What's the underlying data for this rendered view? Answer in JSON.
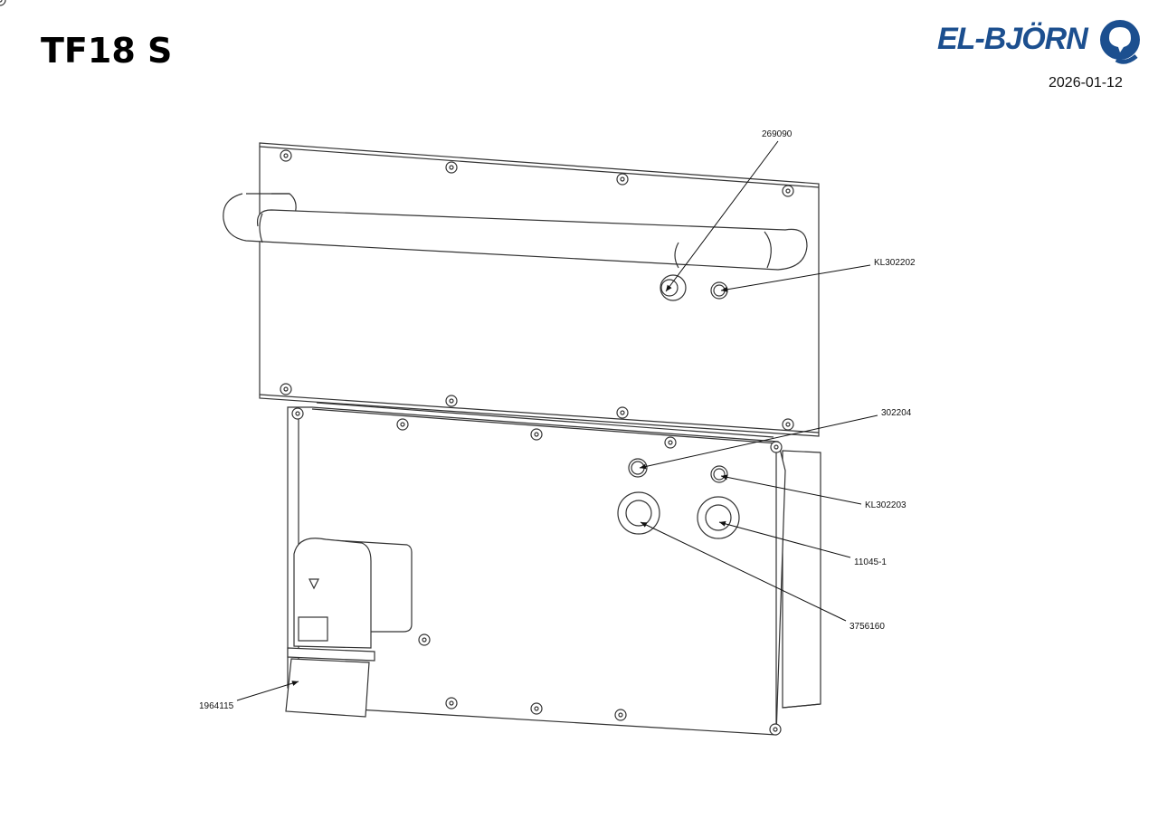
{
  "header": {
    "title": "TF18 S",
    "date": "2026-01-12"
  },
  "logo": {
    "text": "EL-BJÖRN",
    "color": "#1c4f8f"
  },
  "parts": [
    {
      "id": "p1",
      "label": "269090"
    },
    {
      "id": "p2",
      "label": "KL302202"
    },
    {
      "id": "p3",
      "label": "302204"
    },
    {
      "id": "p4",
      "label": "KL302203"
    },
    {
      "id": "p5",
      "label": "11045-1"
    },
    {
      "id": "p6",
      "label": "3756160"
    },
    {
      "id": "p7",
      "label": "1964115"
    }
  ]
}
